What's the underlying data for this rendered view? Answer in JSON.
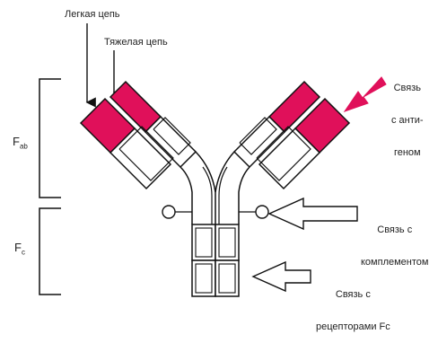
{
  "labels": {
    "light_chain": "Легкая цепь",
    "heavy_chain": "Тяжелая цепь",
    "antigen_binding_line1": "Связь",
    "antigen_binding_line2": "с анти-",
    "antigen_binding_line3": "геном",
    "complement_binding_line1": "Связь с",
    "complement_binding_line2": "комплементом",
    "receptor_binding_line1": "Связь с",
    "receptor_binding_line2": "рецепторами Fc"
  },
  "fragments": {
    "fab_main": "F",
    "fab_sub": "ab",
    "fc_main": "F",
    "fc_sub": "c"
  },
  "colors": {
    "variable_region": "#e0105a",
    "outline": "#111111"
  }
}
